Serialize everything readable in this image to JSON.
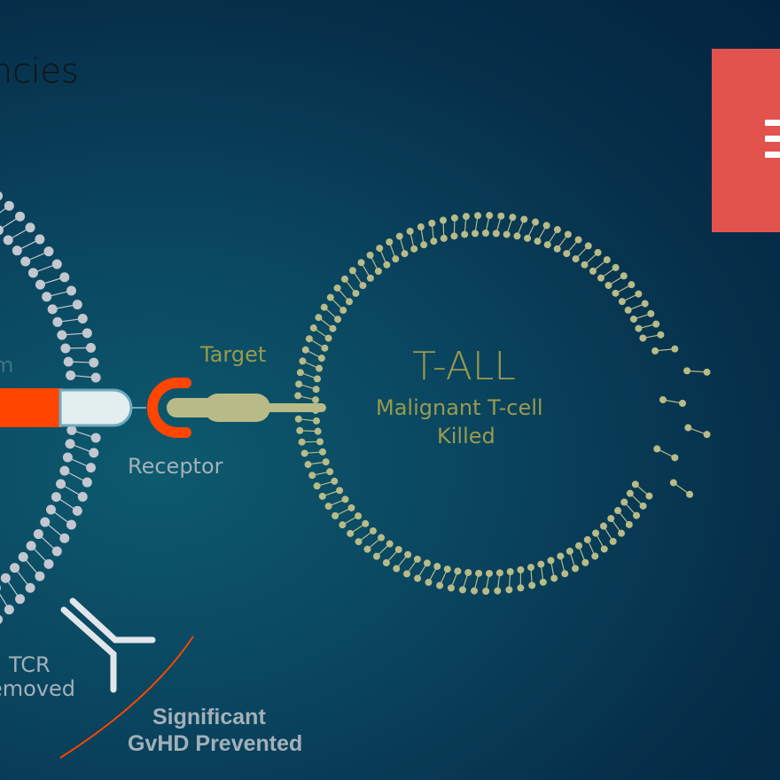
{
  "title": "ncies",
  "tall": {
    "title": "T-ALL",
    "subtitle": "Malignant T-cell",
    "status": "Killed"
  },
  "labels": {
    "target": "Target",
    "receptor": "Receptor",
    "left_partial": "m",
    "tcr": "TCR",
    "removed": "emoved"
  },
  "outcome": {
    "line1": "Significant",
    "line2": "GvHD Prevented"
  },
  "colors": {
    "tall": "#b8bb87",
    "membrane": "#c3c7cf",
    "receptor": "#ff4500",
    "accent": "#e2534e"
  },
  "menu_icon": "hamburger-icon"
}
